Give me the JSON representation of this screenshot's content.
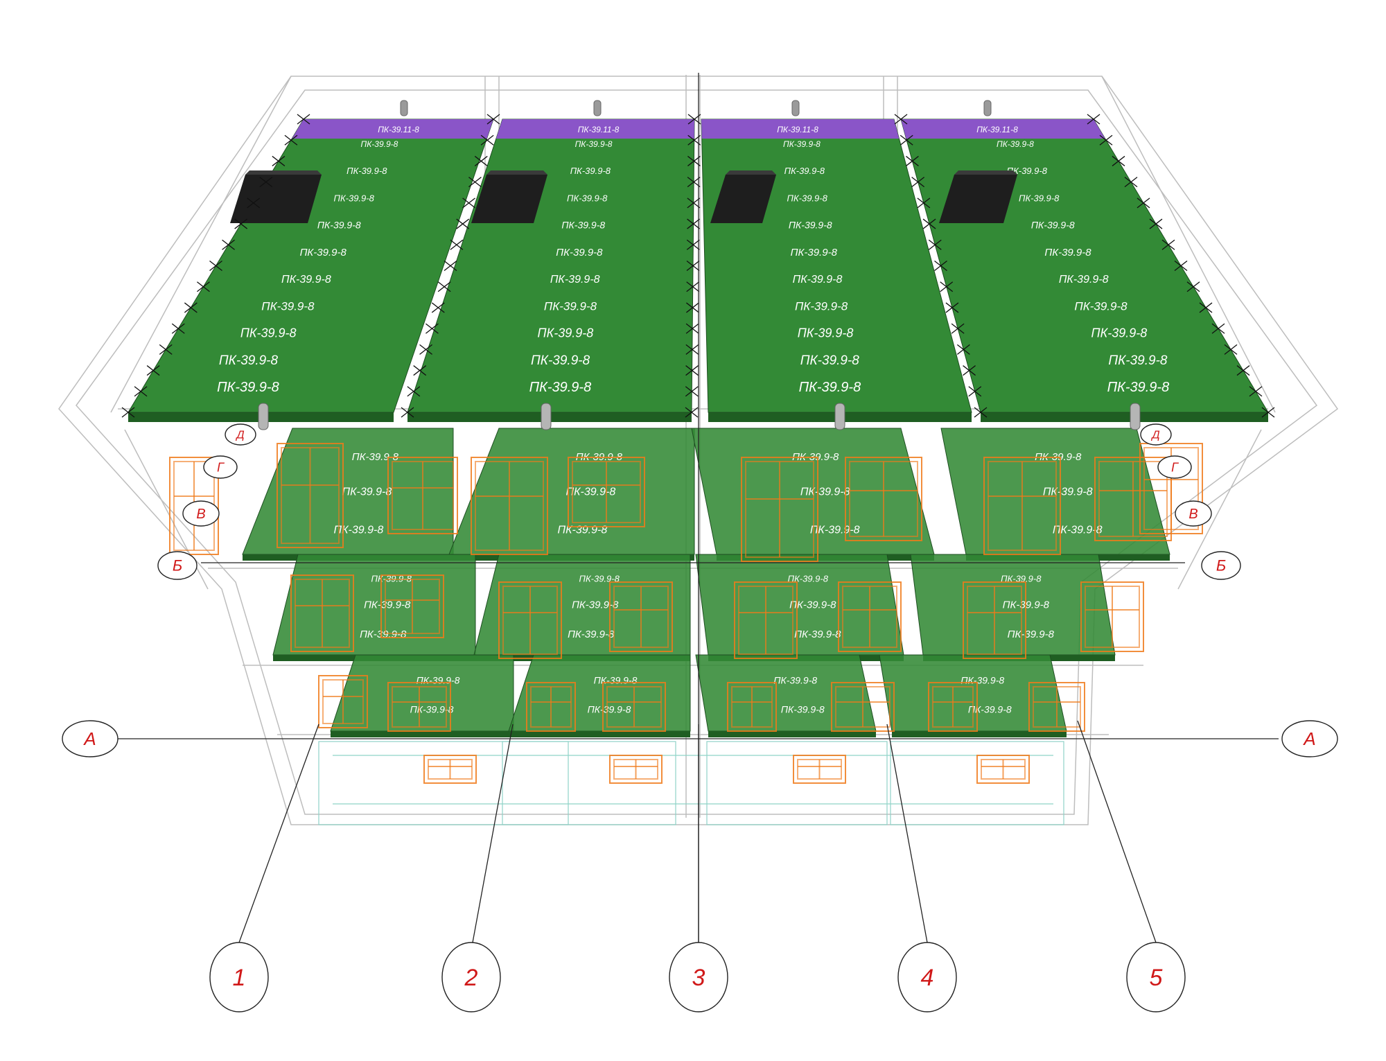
{
  "colors": {
    "slab_green": "#338a36",
    "slab_green_dark": "#1f5e22",
    "slab_purple": "#8a55c8",
    "vent_black": "#1e1e1e",
    "window_orange": "#f07a1a",
    "wireframe_gray": "#bdbdbd",
    "axis_line": "#222222",
    "axis_label_red": "#d01818",
    "label_white": "#ffffff",
    "foundation_teal": "#8fd3c8"
  },
  "roof_columns": [
    {
      "top_label": "ПК-39.11-8",
      "panel_labels": [
        "ПК-39.9-8",
        "ПК-39.9-8",
        "ПК-39.9-8",
        "ПК-39.9-8",
        "ПК-39.9-8",
        "ПК-39.9-8",
        "ПК-39.9-8",
        "ПК-39.9-8",
        "ПК-39.9-8",
        "ПК-39.9-8"
      ]
    },
    {
      "top_label": "ПК-39.11-8",
      "panel_labels": [
        "ПК-39.9-8",
        "ПК-39.9-8",
        "ПК-39.9-8",
        "ПК-39.9-8",
        "ПК-39.9-8",
        "ПК-39.9-8",
        "ПК-39.9-8",
        "ПК-39.9-8",
        "ПК-39.9-8",
        "ПК-39.9-8"
      ]
    },
    {
      "top_label": "ПК-39.11-8",
      "panel_labels": [
        "ПК-39.9-8",
        "ПК-39.9-8",
        "ПК-39.9-8",
        "ПК-39.9-8",
        "ПК-39.9-8",
        "ПК-39.9-8",
        "ПК-39.9-8",
        "ПК-39.9-8",
        "ПК-39.9-8",
        "ПК-39.9-8"
      ]
    },
    {
      "top_label": "ПК-39.11-8",
      "panel_labels": [
        "ПК-39.9-8",
        "ПК-39.9-8",
        "ПК-39.9-8",
        "ПК-39.9-8",
        "ПК-39.9-8",
        "ПК-39.9-8",
        "ПК-39.9-8",
        "ПК-39.9-8",
        "ПК-39.9-8",
        "ПК-39.9-8"
      ]
    }
  ],
  "floor_bands": [
    {
      "panel_labels": [
        [
          "ПК-39.9-8",
          "ПК-39.9-8",
          "ПК-39.9-8"
        ],
        [
          "ПК-39.9-8",
          "ПК-39.9-8",
          "ПК-39.9-8"
        ],
        [
          "ПК-39.9-8",
          "ПК-39.9-8",
          "ПК-39.9-8"
        ],
        [
          "ПК-39.9-8",
          "ПК-39.9-8",
          "ПК-39.9-8"
        ]
      ]
    },
    {
      "panel_labels": [
        [
          "ПК-39.9-8",
          "ПК-39.9-8",
          "ПК-39.9-8"
        ],
        [
          "ПК-39.9-8",
          "ПК-39.9-8",
          "ПК-39.9-8"
        ],
        [
          "ПК-39.9-8",
          "ПК-39.9-8",
          "ПК-39.9-8"
        ],
        [
          "ПК-39.9-8",
          "ПК-39.9-8",
          "ПК-39.9-8"
        ]
      ]
    },
    {
      "panel_labels": [
        [
          "ПК-39.9-8",
          "ПК-39.9-8"
        ],
        [
          "ПК-39.9-8",
          "ПК-39.9-8"
        ],
        [
          "ПК-39.9-8",
          "ПК-39.9-8"
        ],
        [
          "ПК-39.9-8",
          "ПК-39.9-8"
        ]
      ]
    }
  ],
  "axes_letters_left": [
    "Д",
    "Г",
    "В",
    "Б",
    "А"
  ],
  "axes_letters_right": [
    "Д",
    "Г",
    "В",
    "Б",
    "А"
  ],
  "axes_numbers": [
    "1",
    "2",
    "3",
    "4",
    "5"
  ]
}
